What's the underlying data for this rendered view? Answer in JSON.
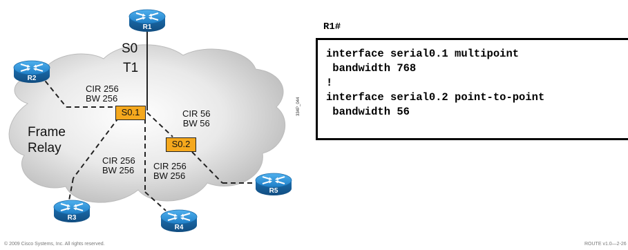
{
  "routers": {
    "r1": "R1",
    "r2": "R2",
    "r3": "R3",
    "r4": "R4",
    "r5": "R5"
  },
  "cloud": {
    "line1": "Frame",
    "line2": "Relay"
  },
  "link": {
    "interface": "S0",
    "speed": "T1"
  },
  "subinterfaces": {
    "s01": "S0.1",
    "s02": "S0.2"
  },
  "pvcs": {
    "r2": {
      "cir": "CIR 256",
      "bw": "BW 256"
    },
    "r5": {
      "cir": "CIR 56",
      "bw": "BW 56"
    },
    "r3": {
      "cir": "CIR 256",
      "bw": "BW 256"
    },
    "r4": {
      "cir": "CIR 256",
      "bw": "BW 256"
    }
  },
  "cli": {
    "prompt": "R1#",
    "lines": [
      "interface serial0.1 multipoint",
      " bandwidth 768",
      "!",
      "interface serial0.2 point-to-point",
      " bandwidth 56"
    ]
  },
  "side_code": "334P_044",
  "footer": {
    "copyright": "© 2009 Cisco Systems, Inc. All rights reserved.",
    "course": "ROUTE v1.0—2-26"
  },
  "colors": {
    "router": "#2b8fd6",
    "subinterface": "#f5a81d",
    "cloud": "#d9d9d9"
  }
}
